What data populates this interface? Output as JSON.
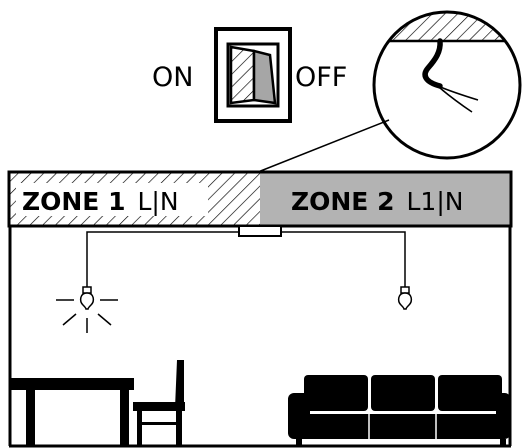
{
  "switch": {
    "on_label": "ON",
    "off_label": "OFF"
  },
  "zones": [
    {
      "name": "ZONE 1",
      "wiring": "L|N",
      "fill": "hatched"
    },
    {
      "name": "ZONE 2",
      "wiring": "L1|N",
      "fill": "#b3b3b3"
    }
  ],
  "lamps": [
    {
      "state": "on"
    },
    {
      "state": "off"
    }
  ],
  "furniture": [
    "table",
    "chair",
    "sofa"
  ],
  "colors": {
    "line": "#000000",
    "zone2_fill": "#b3b3b3",
    "switch_off_side": "#a6a6a6",
    "background": "#ffffff"
  }
}
